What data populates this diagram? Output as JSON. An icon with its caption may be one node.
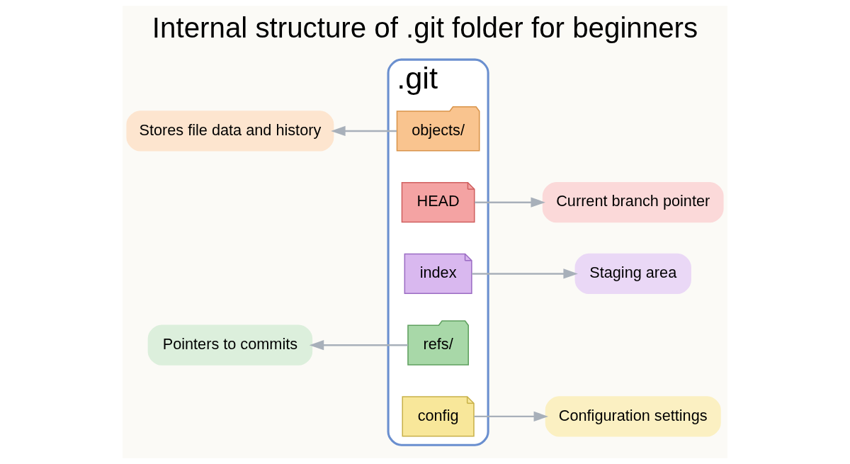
{
  "diagram": {
    "title": "Internal structure of .git folder for beginners",
    "nodes": [
      {
        "text": [
          ".git"
        ]
      },
      {
        "text": [
          "objects/"
        ],
        "in": 0
      },
      {
        "text": [
          "HEAD"
        ],
        "in": 0
      },
      {
        "text": [
          "index"
        ],
        "in": 0
      },
      {
        "text": [
          "refs/"
        ],
        "in": 0
      },
      {
        "text": [
          "config"
        ],
        "in": 0
      },
      {
        "text": [
          "Stores file data and history"
        ]
      },
      {
        "text": [
          "Current branch pointer"
        ]
      },
      {
        "text": [
          "Staging area"
        ]
      },
      {
        "text": [
          "Pointers to commits"
        ]
      },
      {
        "text": [
          "Configuration settings"
        ]
      }
    ],
    "edges": [
      {
        "from": 1,
        "to": 6,
        "arrow": "to"
      },
      {
        "from": 2,
        "to": 7,
        "arrow": "to"
      },
      {
        "from": 3,
        "to": 8,
        "arrow": "to"
      },
      {
        "from": 4,
        "to": 9,
        "arrow": "to"
      },
      {
        "from": 5,
        "to": 10,
        "arrow": "to"
      }
    ]
  }
}
